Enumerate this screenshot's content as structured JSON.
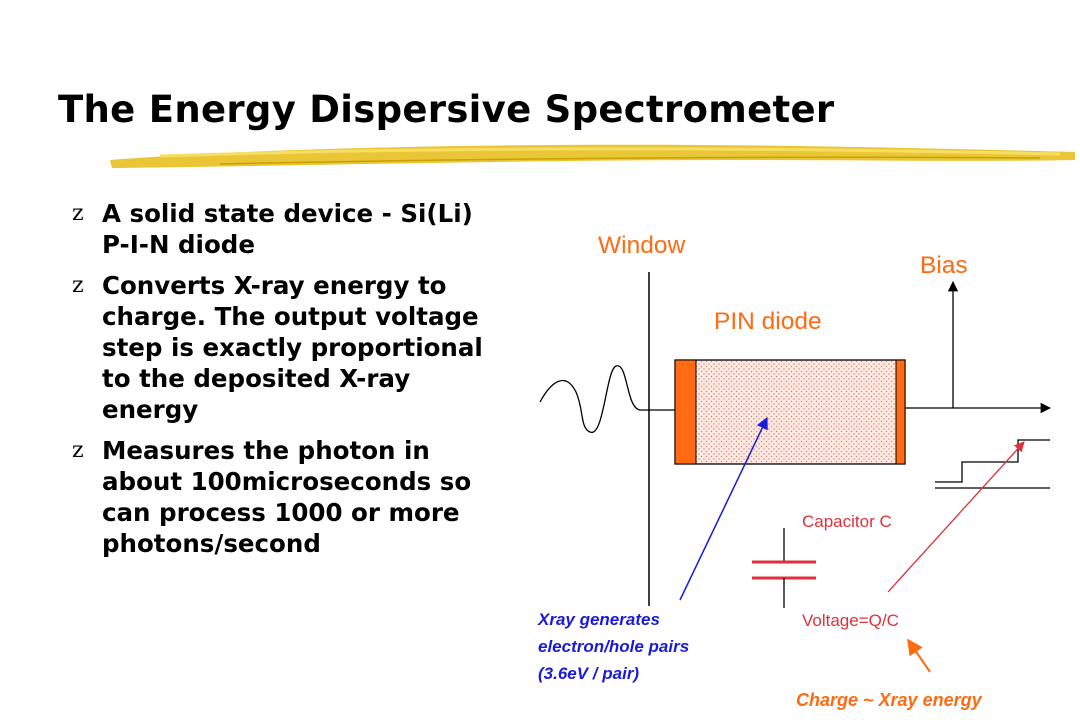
{
  "title": "The Energy Dispersive Spectrometer",
  "bullet_marker": "z",
  "bullets": [
    "A solid state device - Si(Li) P-I-N diode",
    "Converts X-ray energy to charge. The output voltage step is exactly proportional to the deposited X-ray energy",
    "Measures the photon in about 100microseconds so can process 1000 or more photons/second"
  ],
  "diagram": {
    "window_label": "Window",
    "bias_label": "Bias",
    "pin_diode_label": "PIN diode",
    "capacitor_label": "Capacitor C",
    "voltage_label": "Voltage=Q/C",
    "xray_note_lines": [
      "Xray generates",
      "electron/hole pairs",
      "(3.6eV / pair)"
    ],
    "charge_note": "Charge ~ Xray energy"
  },
  "colors": {
    "accent_orange": "#ff6a13",
    "label_red": "#e0303a",
    "note_blue": "#1a1adc",
    "underline_gold": "#e8c020"
  }
}
